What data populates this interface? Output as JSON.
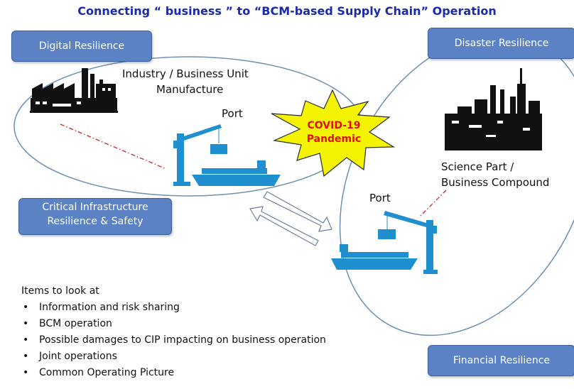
{
  "title": "Connecting “ business ” to “BCM-based Supply Chain” Operation",
  "tags": {
    "digital": "Digital Resilience",
    "disaster": "Disaster Resilience",
    "critical_line1": "Critical Infrastructure",
    "critical_line2": "Resilience & Safety",
    "financial": "Financial Resilience"
  },
  "labels": {
    "industry_line1": "Industry / Business Unit",
    "industry_line2": "Manufacture",
    "port_left": "Port",
    "science_line1": "Science Part /",
    "science_line2": "Business Compound",
    "port_right": "Port"
  },
  "burst": {
    "line1": "COVID-19",
    "line2": "Pandemic"
  },
  "items": {
    "heading": "Items to look at",
    "list": [
      "Information and risk sharing",
      "BCM operation",
      "Possible damages to CIP impacting on business operation",
      "Joint operations",
      "Common Operating Picture"
    ]
  },
  "colors": {
    "tag": "#5b82c4",
    "title": "#1a2aa8",
    "ship": "#1f8fd0",
    "burst": "#f4f400",
    "burst_text": "#e01010"
  }
}
